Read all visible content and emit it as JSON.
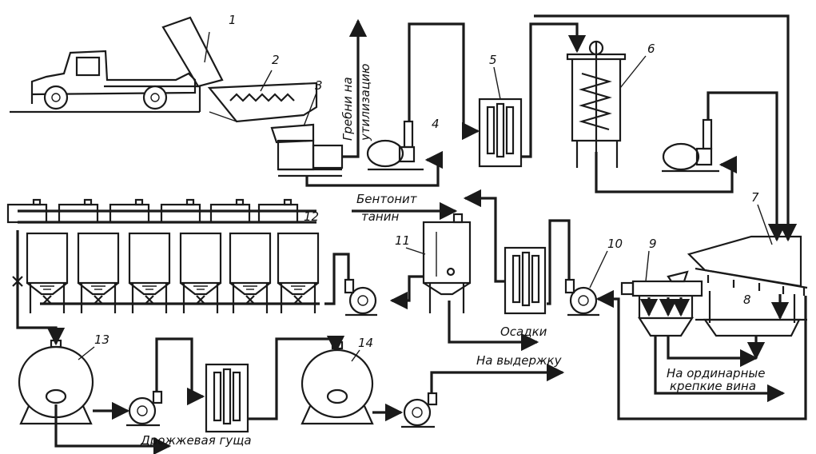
{
  "numbers": {
    "n1": "1",
    "n2": "2",
    "n3": "3",
    "n4": "4",
    "n5": "5",
    "n6": "6",
    "n7": "7",
    "n8": "8",
    "n9": "9",
    "n10": "10",
    "n11": "11",
    "n12": "12",
    "n13": "13",
    "n14": "14"
  },
  "labels": {
    "stems_line1": "Гребни на",
    "stems_line2": "утилизацию",
    "bentonite": "Бентонит",
    "tannin": "танин",
    "sediments": "Осадки",
    "to_aging": "На выдержку",
    "ordinary_line1": "На ординарные",
    "ordinary_line2": "крепкие  вина",
    "yeast_lees": "Дрожжевая гуща"
  }
}
